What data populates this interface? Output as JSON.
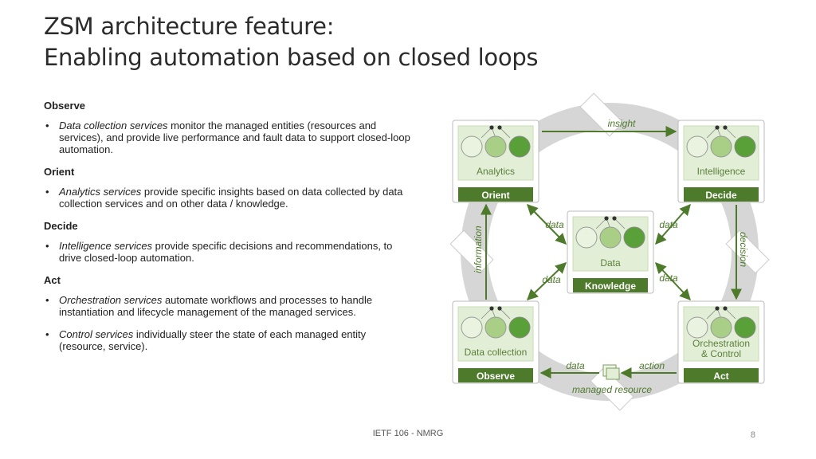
{
  "title": {
    "line1": "ZSM architecture feature:",
    "line2": "Enabling automation based on closed loops"
  },
  "sections": [
    {
      "heading": "Observe",
      "bullets": [
        {
          "term": "Data collection services",
          "text": " monitor the managed entities (resources and services), and provide live performance and fault data to support closed-loop automation."
        }
      ]
    },
    {
      "heading": "Orient",
      "bullets": [
        {
          "term": "Analytics services",
          "text": " provide specific insights based on data collected by data collection services and on other data / knowledge."
        }
      ]
    },
    {
      "heading": "Decide",
      "bullets": [
        {
          "term": "Intelligence services",
          "text": " provide specific decisions and recommendations, to drive closed-loop automation."
        }
      ]
    },
    {
      "heading": "Act",
      "bullets": [
        {
          "term": "Orchestration services",
          "text": " automate workflows and processes to handle instantiation and lifecycle management of the managed services."
        },
        {
          "term": "Control services",
          "text": " individually steer the state of each managed entity (resource, service)."
        }
      ]
    }
  ],
  "diagram": {
    "boxes": {
      "orient": {
        "service": "Analytics",
        "label": "Orient"
      },
      "decide": {
        "service": "Intelligence",
        "label": "Decide"
      },
      "observe": {
        "service": "Data collection",
        "label": "Observe"
      },
      "act": {
        "service_line1": "Orchestration",
        "service_line2": "& Control",
        "label": "Act"
      },
      "knowledge": {
        "service": "Data",
        "label": "Knowledge"
      }
    },
    "arrows": {
      "insight": "insight",
      "decision": "decision",
      "information": "information",
      "action": "action",
      "data_bottom": "data",
      "data_tl": "data",
      "data_tr": "data",
      "data_bl": "data",
      "data_br": "data"
    },
    "managed_resource": "managed resource"
  },
  "footer": "IETF 106 - NMRG",
  "page_number": "8",
  "colors": {
    "green_dark": "#4e7a2c",
    "green_mid": "#8cba66",
    "green_light": "#e2efd6",
    "ring": "#d9d9d9"
  }
}
